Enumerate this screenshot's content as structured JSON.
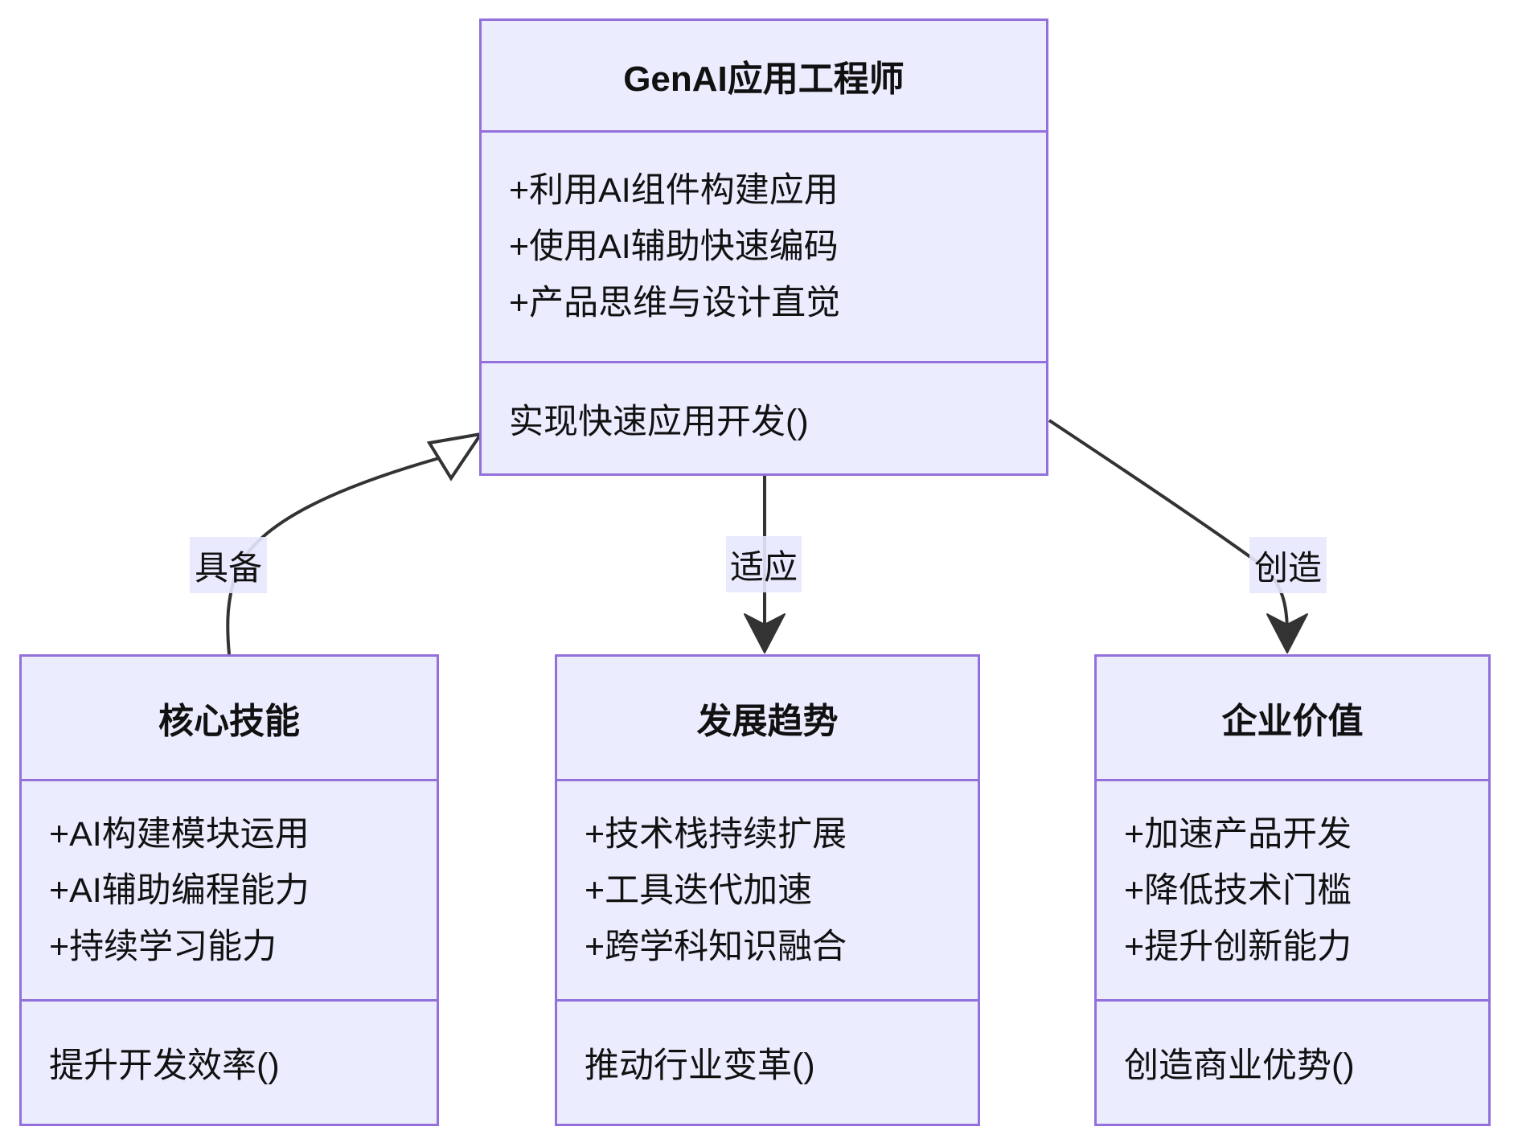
{
  "diagram": {
    "title_node": "GenAI应用工程师",
    "classes": [
      {
        "id": "genai-app-engineer",
        "title": "GenAI应用工程师",
        "attributes": [
          "+利用AI组件构建应用",
          "+使用AI辅助快速编码",
          "+产品思维与设计直觉"
        ],
        "methods": [
          "实现快速应用开发()"
        ]
      },
      {
        "id": "core-skills",
        "title": "核心技能",
        "attributes": [
          "+AI构建模块运用",
          "+AI辅助编程能力",
          "+持续学习能力"
        ],
        "methods": [
          "提升开发效率()"
        ]
      },
      {
        "id": "development-trends",
        "title": "发展趋势",
        "attributes": [
          "+技术栈持续扩展",
          "+工具迭代加速",
          "+跨学科知识融合"
        ],
        "methods": [
          "推动行业变革()"
        ]
      },
      {
        "id": "enterprise-value",
        "title": "企业价值",
        "attributes": [
          "+加速产品开发",
          "+降低技术门槛",
          "+提升创新能力"
        ],
        "methods": [
          "创造商业优势()"
        ]
      }
    ],
    "edges": [
      {
        "label": "具备",
        "from": "核心技能",
        "to": "GenAI应用工程师",
        "arrow": "hollow-triangle"
      },
      {
        "label": "适应",
        "from": "GenAI应用工程师",
        "to": "发展趋势",
        "arrow": "filled-v"
      },
      {
        "label": "创造",
        "from": "GenAI应用工程师",
        "to": "企业价值",
        "arrow": "filled-v"
      }
    ],
    "colors": {
      "box_fill": "#ECECFF",
      "box_border": "#9370DB",
      "edge_line": "#333333",
      "text": "#111111",
      "label_bg": "#E8E8FF"
    }
  }
}
